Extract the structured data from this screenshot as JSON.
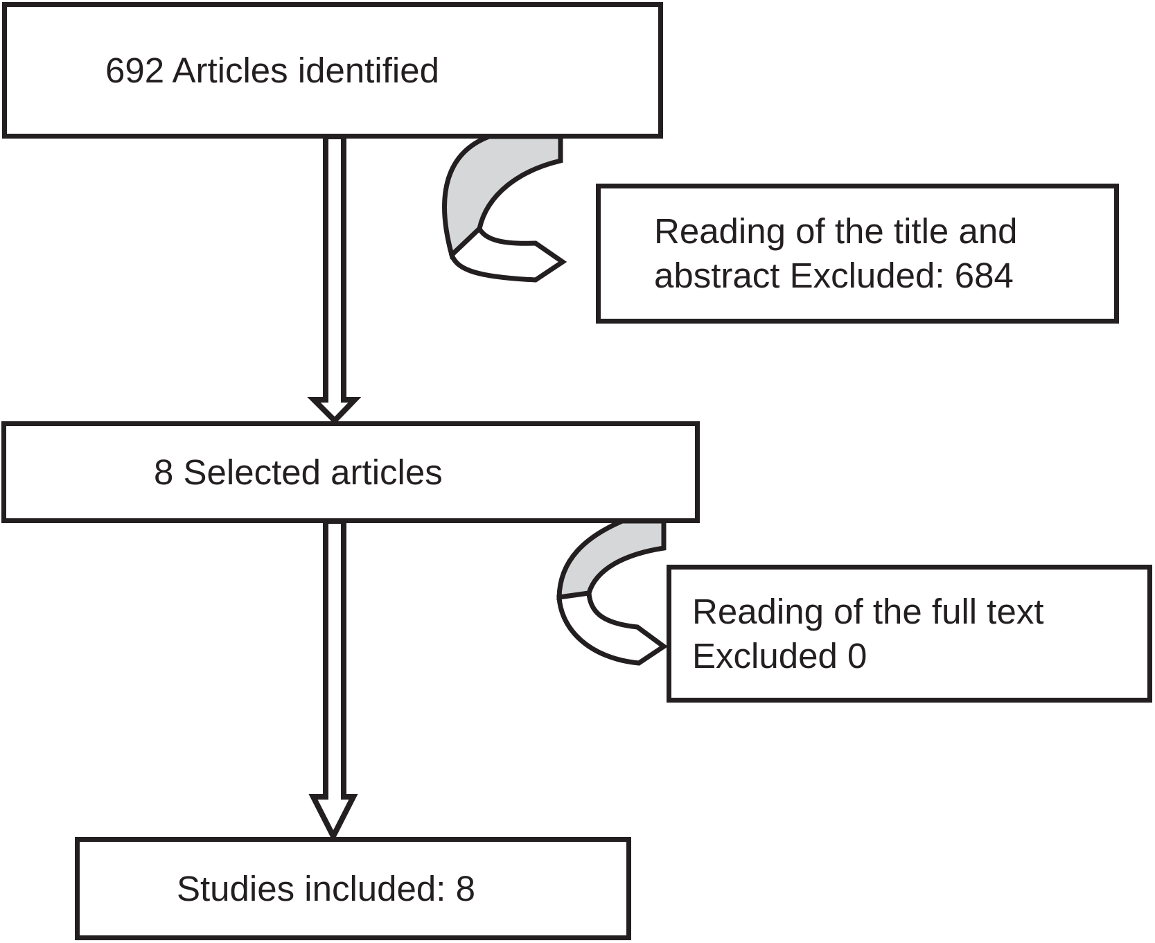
{
  "figure": {
    "kind": "study-selection-flowchart",
    "boxes": {
      "identified": {
        "label": "692 Articles identified"
      },
      "excluded_title_abstract": {
        "line1": "Reading of the title and",
        "line2": "abstract Excluded: 684"
      },
      "selected": {
        "label": "8 Selected articles"
      },
      "excluded_full_text": {
        "line1": "Reading of the full text",
        "line2": "Excluded 0"
      },
      "included": {
        "label": "Studies included: 8"
      }
    },
    "edges": [
      {
        "from": "identified",
        "to": "selected",
        "style": "straight-down-arrow"
      },
      {
        "from": "identified",
        "to": "excluded_title_abstract",
        "style": "curved-ribbon-arrow"
      },
      {
        "from": "selected",
        "to": "included",
        "style": "straight-down-arrow"
      },
      {
        "from": "selected",
        "to": "excluded_full_text",
        "style": "curved-ribbon-arrow"
      }
    ],
    "colors": {
      "ink": "#231f20",
      "ribbon_gray": "#d6d7d8",
      "background": "#ffffff"
    }
  }
}
